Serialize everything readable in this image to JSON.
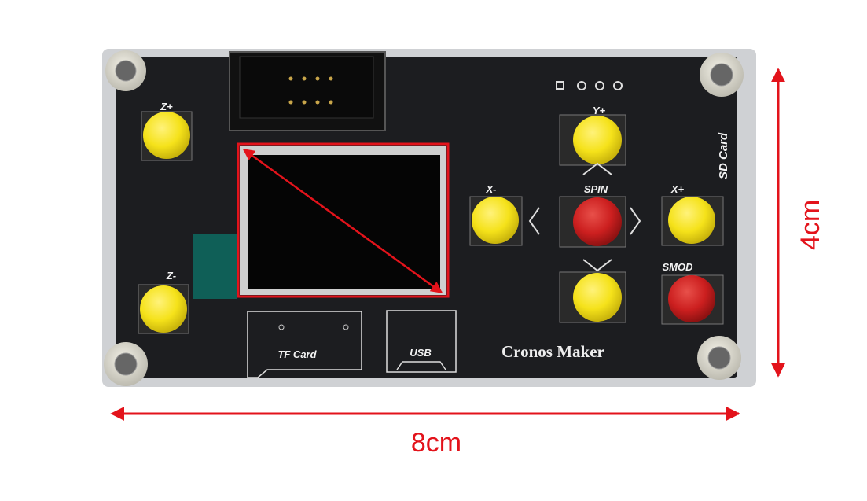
{
  "board": {
    "brand": "Cronos Maker",
    "labels": {
      "z_plus": "Z+",
      "z_minus": "Z-",
      "y_plus": "Y+",
      "x_minus": "X-",
      "x_plus": "X+",
      "spin": "SPIN",
      "smod": "SMOD",
      "sd_card": "SD Card",
      "tf_card": "TF Card",
      "usb": "USB"
    }
  },
  "dimensions": {
    "height": "4cm",
    "width": "8cm"
  },
  "colors": {
    "pcb": "#1c1d20",
    "button_yellow": "#f5e21a",
    "button_red": "#cc1f1f",
    "annotation_red": "#e3131b"
  }
}
